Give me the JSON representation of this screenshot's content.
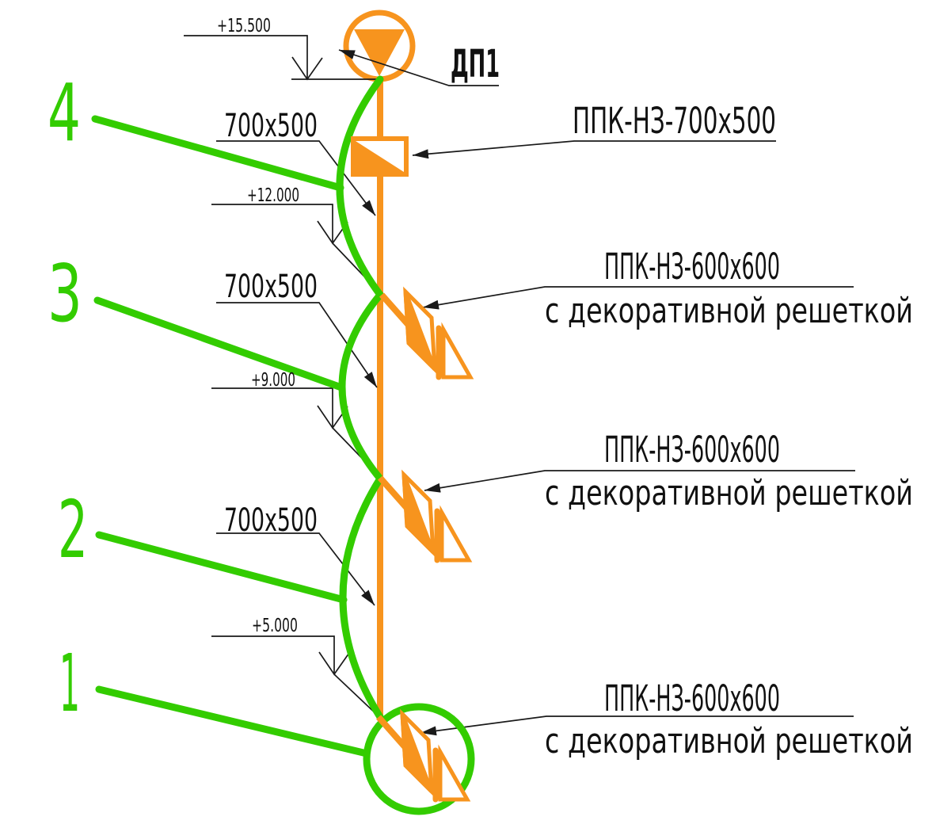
{
  "diagram": {
    "fan_tag": "ДП1",
    "levels": [
      "+15.500",
      "+12.000",
      "+9.000",
      "+5.000"
    ],
    "duct_sizes": [
      "700x500",
      "700x500",
      "700x500"
    ],
    "equipment": {
      "top_damper": "ППК-НЗ-700х500",
      "branch_damper": "ППК-НЗ-600х600",
      "branch_note": "с декоративной решеткой"
    },
    "floor_numbers": [
      "4",
      "3",
      "2",
      "1"
    ],
    "colors": {
      "orange": "#F7941E",
      "green": "#33CC00",
      "black": "#1A1A1A"
    }
  }
}
